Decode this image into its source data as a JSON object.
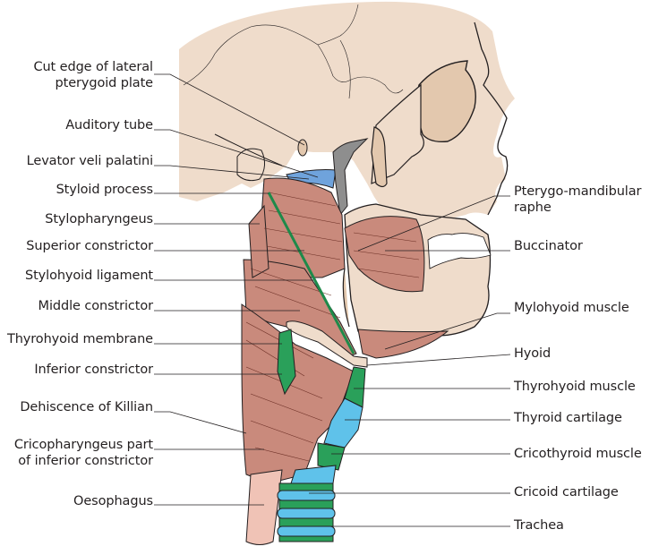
{
  "figure": {
    "title": "Muscles of the pharynx (lateral view)",
    "colors": {
      "bone": "#efdccb",
      "bone_shadow": "#e3c8ae",
      "muscle": "#c98a7c",
      "muscle_line": "#6b2e24",
      "green": "#2aa05a",
      "blue": "#5fc2ea",
      "auditory_blue": "#6fa3dc",
      "oesophagus": "#f0c3b6",
      "leader": "#231f20"
    }
  },
  "labels_left": [
    {
      "id": "cut-edge-lateral-pterygoid",
      "text": "Cut edge of lateral",
      "text2": "pterygoid plate"
    },
    {
      "id": "auditory-tube",
      "text": "Auditory tube"
    },
    {
      "id": "levator-veli-palatini",
      "text": "Levator veli palatini"
    },
    {
      "id": "styloid-process",
      "text": "Styloid process"
    },
    {
      "id": "stylopharyngeus",
      "text": "Stylopharyngeus"
    },
    {
      "id": "superior-constrictor",
      "text": "Superior constrictor"
    },
    {
      "id": "stylohyoid-ligament",
      "text": "Stylohyoid ligament"
    },
    {
      "id": "middle-constrictor",
      "text": "Middle constrictor"
    },
    {
      "id": "thyrohyoid-membrane",
      "text": "Thyrohyoid membrane"
    },
    {
      "id": "inferior-constrictor",
      "text": "Inferior constrictor"
    },
    {
      "id": "dehiscence-of-killian",
      "text": "Dehiscence of Killian"
    },
    {
      "id": "cricopharyngeus",
      "text": "Cricopharyngeus part",
      "text2": "of inferior constrictor"
    },
    {
      "id": "oesophagus",
      "text": "Oesophagus"
    }
  ],
  "labels_right": [
    {
      "id": "pterygo-mandibular-raphe",
      "text": "Pterygo-mandibular",
      "text2": "raphe"
    },
    {
      "id": "buccinator",
      "text": "Buccinator"
    },
    {
      "id": "mylohyoid-muscle",
      "text": "Mylohyoid muscle"
    },
    {
      "id": "hyoid",
      "text": "Hyoid"
    },
    {
      "id": "thyrohyoid-muscle",
      "text": "Thyrohyoid muscle"
    },
    {
      "id": "thyroid-cartilage",
      "text": "Thyroid cartilage"
    },
    {
      "id": "cricothyroid-muscle",
      "text": "Cricothyroid muscle"
    },
    {
      "id": "cricoid-cartilage",
      "text": "Cricoid cartilage"
    },
    {
      "id": "trachea",
      "text": "Trachea"
    }
  ]
}
